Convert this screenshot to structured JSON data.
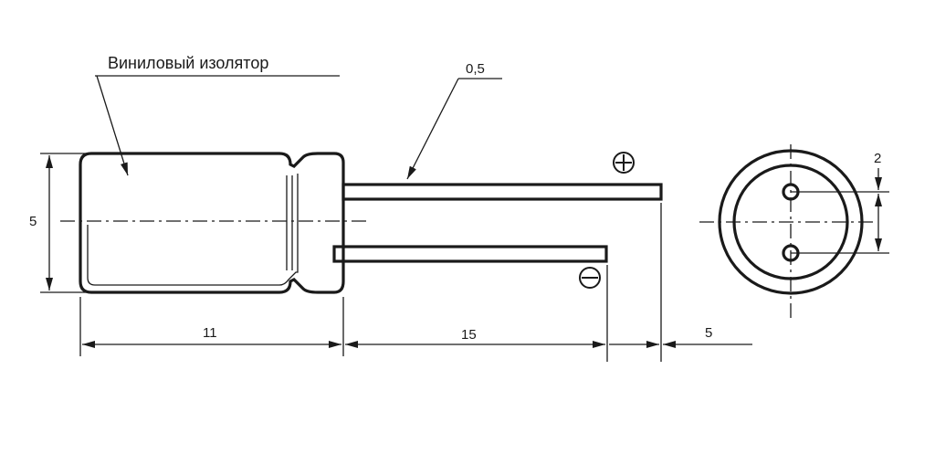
{
  "diagram": {
    "callouts": {
      "insulator": "Виниловый изолятор",
      "lead_diameter": "0,5"
    },
    "dimensions": {
      "body_length": "11",
      "lead_length": "15",
      "lead_spacing_side": "5",
      "body_diameter": "5",
      "pin_pitch": "2"
    },
    "polarity": {
      "positive": "⊕",
      "negative": "⊖"
    }
  }
}
